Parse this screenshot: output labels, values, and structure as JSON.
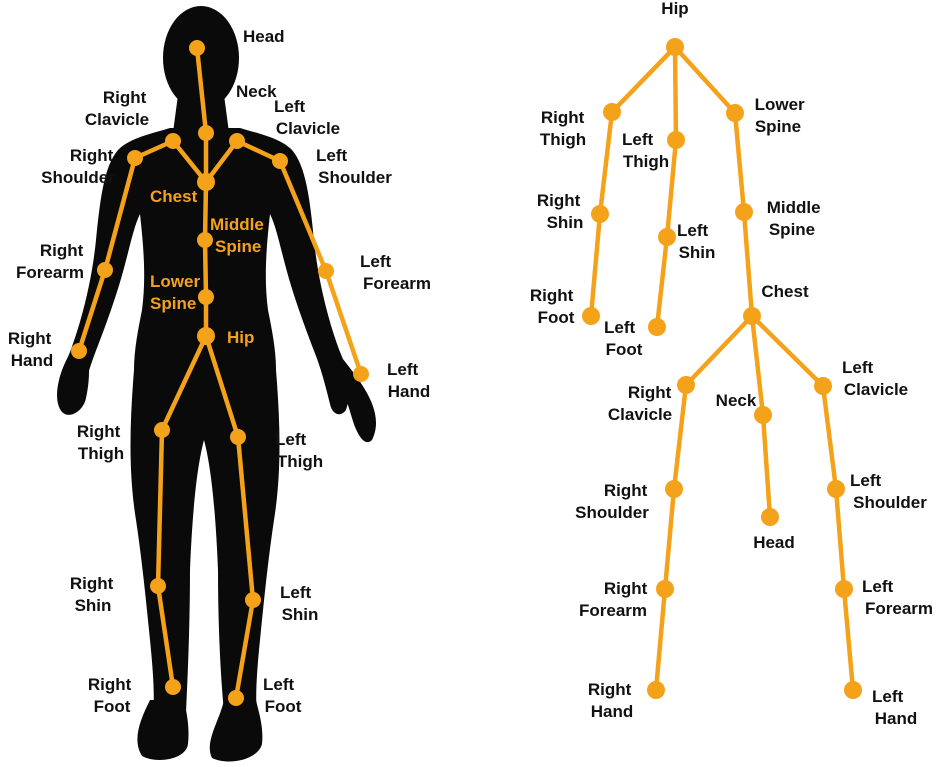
{
  "colors": {
    "skeleton": "#f5a21b",
    "silhouette": "#0a0a0a",
    "label_dark": "#111111",
    "label_on_body": "#f5a21b"
  },
  "figure": {
    "labels": {
      "head": "Head",
      "neck": "Neck",
      "right_clavicle": [
        "Right",
        "Clavicle"
      ],
      "left_clavicle": [
        "Left",
        "Clavicle"
      ],
      "right_shoulder": [
        "Right",
        "Shoulder"
      ],
      "left_shoulder": [
        "Left",
        "Shoulder"
      ],
      "chest": "Chest",
      "middle_spine": [
        "Middle",
        "Spine"
      ],
      "lower_spine": [
        "Lower",
        "Spine"
      ],
      "hip": "Hip",
      "right_forearm": [
        "Right",
        "Forearm"
      ],
      "left_forearm": [
        "Left",
        "Forearm"
      ],
      "right_hand": [
        "Right",
        "Hand"
      ],
      "left_hand": [
        "Left",
        "Hand"
      ],
      "right_thigh": [
        "Right",
        "Thigh"
      ],
      "left_thigh": [
        "Left",
        "Thigh"
      ],
      "right_shin": [
        "Right",
        "Shin"
      ],
      "left_shin": [
        "Left",
        "Shin"
      ],
      "right_foot": [
        "Right",
        "Foot"
      ],
      "left_foot": [
        "Left",
        "Foot"
      ]
    }
  },
  "tree": {
    "labels": {
      "hip": "Hip",
      "right_thigh": [
        "Right",
        "Thigh"
      ],
      "left_thigh": [
        "Left",
        "Thigh"
      ],
      "lower_spine": [
        "Lower",
        "Spine"
      ],
      "right_shin": [
        "Right",
        "Shin"
      ],
      "left_shin": [
        "Left",
        "Shin"
      ],
      "middle_spine": [
        "Middle",
        "Spine"
      ],
      "right_foot": [
        "Right",
        "Foot"
      ],
      "left_foot": [
        "Left",
        "Foot"
      ],
      "chest": "Chest",
      "right_clavicle": [
        "Right",
        "Clavicle"
      ],
      "neck": "Neck",
      "left_clavicle": [
        "Left",
        "Clavicle"
      ],
      "right_shoulder": [
        "Right",
        "Shoulder"
      ],
      "head": "Head",
      "left_shoulder": [
        "Left",
        "Shoulder"
      ],
      "right_forearm": [
        "Right",
        "Forearm"
      ],
      "left_forearm": [
        "Left",
        "Forearm"
      ],
      "right_hand": [
        "Right",
        "Hand"
      ],
      "left_hand": [
        "Left",
        "Hand"
      ]
    }
  }
}
